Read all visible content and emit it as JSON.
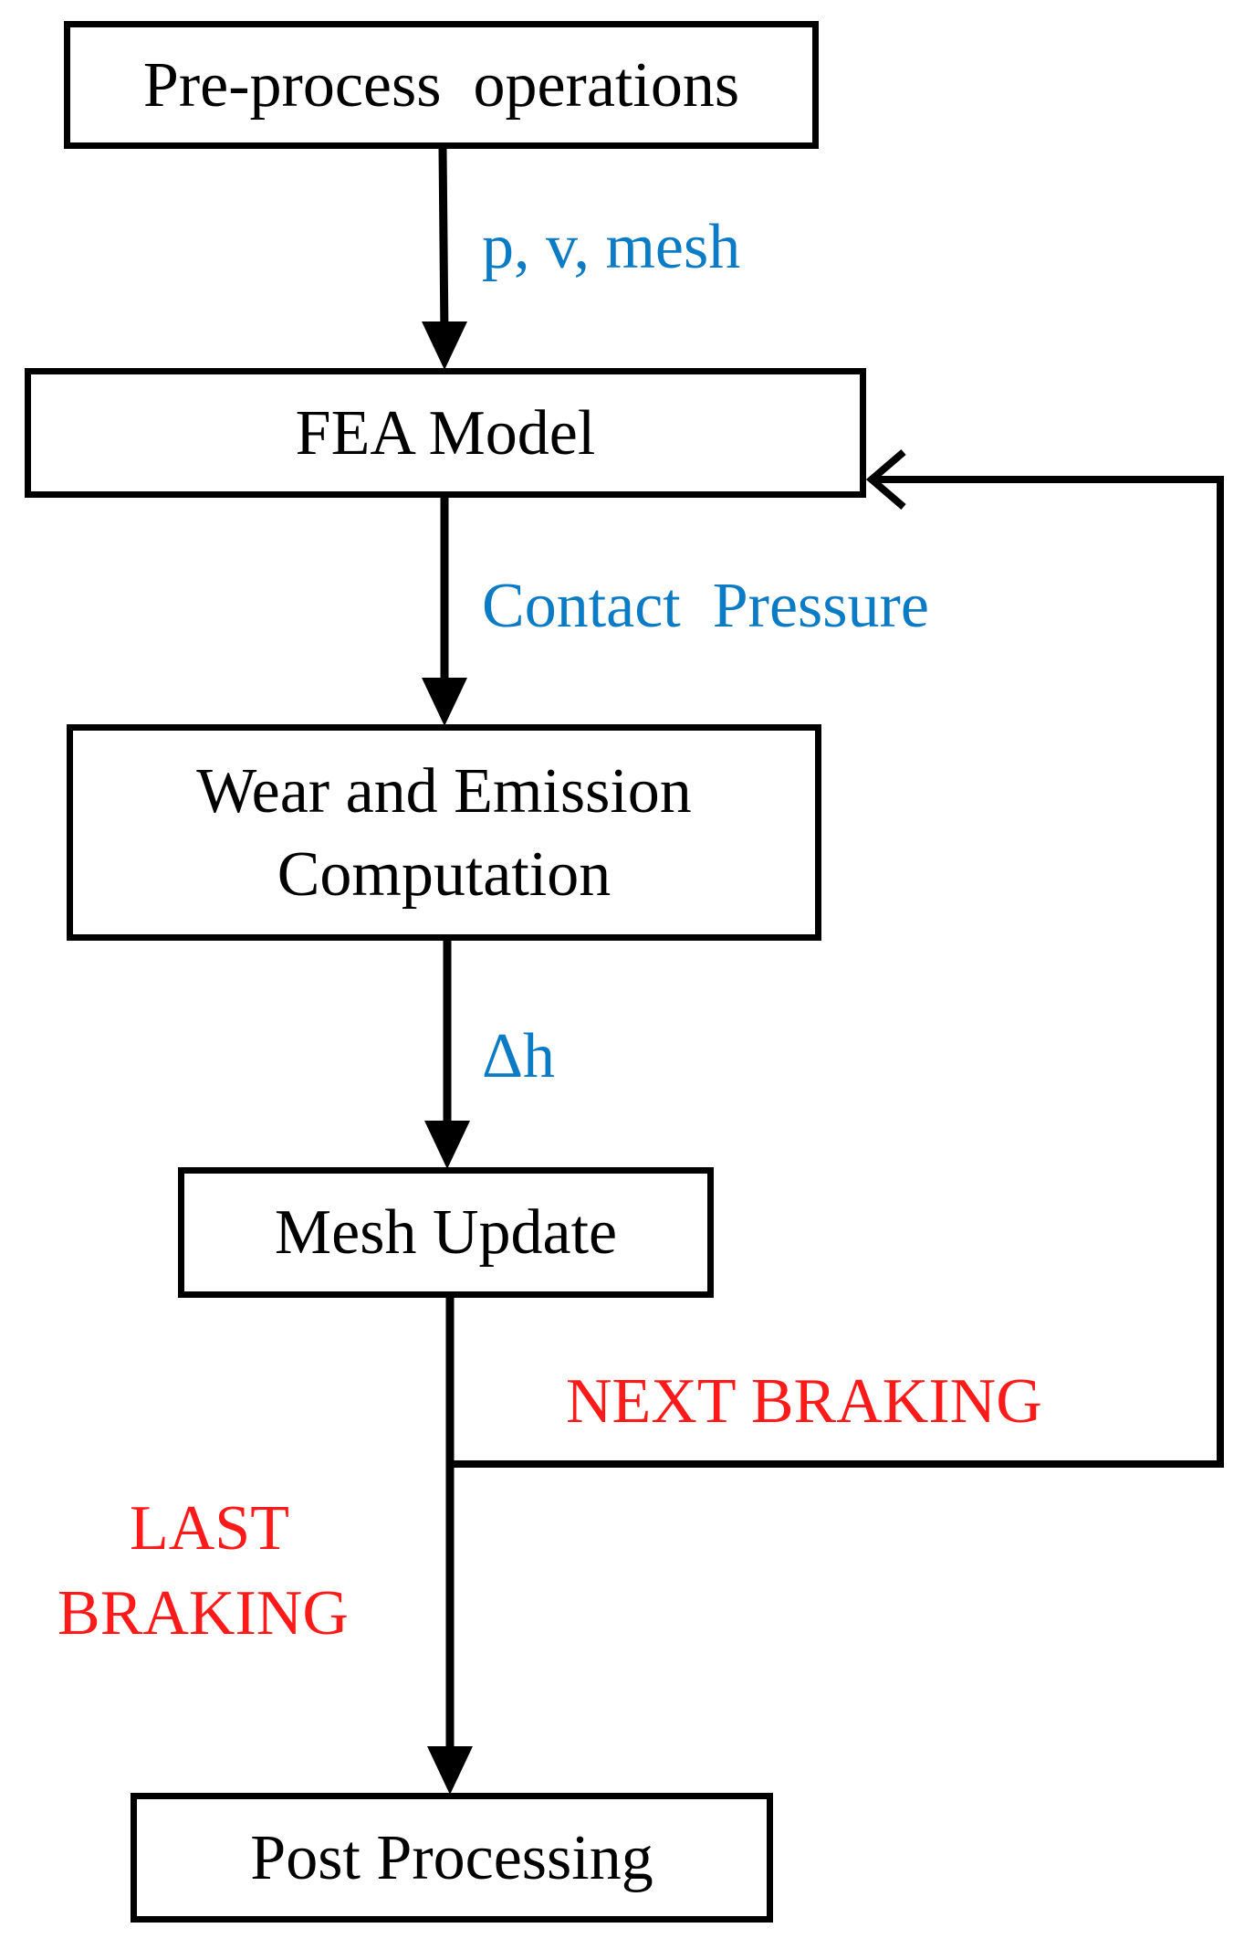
{
  "nodes": {
    "preprocess": "Pre-process  operations",
    "fea": "FEA Model",
    "wear_line1": "Wear and Emission",
    "wear_line2": "Computation",
    "mesh": "Mesh Update",
    "post": "Post Processing"
  },
  "edges": {
    "pv_mesh": "p, v, mesh",
    "contact_pressure": "Contact  Pressure",
    "delta_h": "Δh",
    "next_braking": "NEXT BRAKING",
    "last_braking_line1": "LAST",
    "last_braking_line2": "BRAKING"
  },
  "colors": {
    "edge_label": "#0a7bc4",
    "loop_label": "#ff1a1a",
    "stroke": "#000000"
  }
}
